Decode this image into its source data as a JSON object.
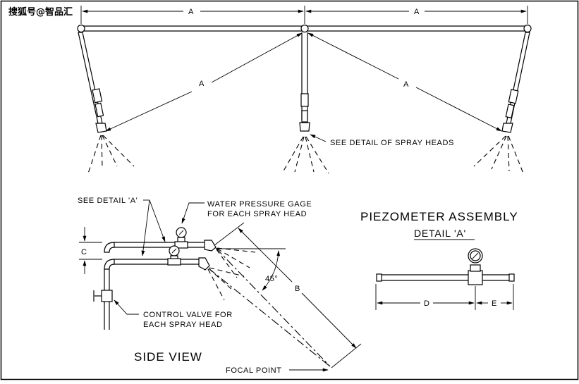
{
  "watermark": "搜狐号@智品汇",
  "labels": {
    "dim_a_top_left": "A",
    "dim_a_top_right": "A",
    "dim_a_diag_left": "A",
    "dim_a_diag_right": "A",
    "see_detail_spray_heads": "SEE DETAIL OF SPRAY HEADS",
    "see_detail_a": "SEE DETAIL 'A'",
    "water_pressure_gage_line1": "WATER PRESSURE GAGE",
    "water_pressure_gage_line2": "FOR EACH SPRAY HEAD",
    "dim_c": "C",
    "angle_45": "45°",
    "dim_b": "B",
    "control_valve_line1": "CONTROL VALVE FOR",
    "control_valve_line2": "EACH SPRAY HEAD",
    "side_view": "SIDE VIEW",
    "focal_point": "FOCAL POINT",
    "piezometer_title": "PIEZOMETER ASSEMBLY",
    "piezometer_subtitle": "DETAIL 'A'",
    "dim_d": "D",
    "dim_e": "E"
  }
}
